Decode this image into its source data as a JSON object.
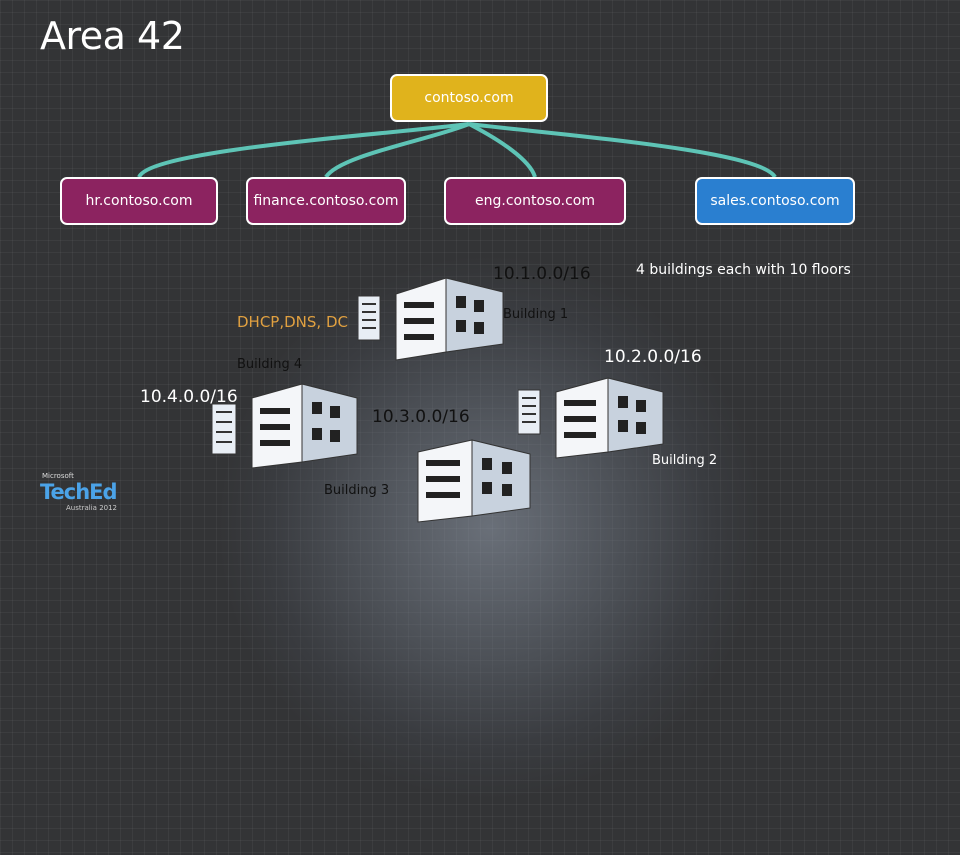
{
  "title": "Area 42",
  "root": {
    "label": "contoso.com",
    "color": "#e0b31c"
  },
  "domains": [
    {
      "label": "hr.contoso.com",
      "color": "#8c2360"
    },
    {
      "label": "finance.contoso.com",
      "color": "#8c2360"
    },
    {
      "label": "eng.contoso.com",
      "color": "#8c2360"
    },
    {
      "label": "sales.contoso.com",
      "color": "#2a7fd0"
    }
  ],
  "connector_color": "#5ec4b6",
  "services_label": "DHCP,DNS, DC",
  "note": "4 buildings each with 10 floors",
  "buildings": [
    {
      "name": "Building 1",
      "subnet": "10.1.0.0/16"
    },
    {
      "name": "Building 2",
      "subnet": "10.2.0.0/16"
    },
    {
      "name": "Building 3",
      "subnet": "10.3.0.0/16"
    },
    {
      "name": "Building 4",
      "subnet": "10.4.0.0/16"
    }
  ],
  "logo": {
    "vendor": "Microsoft",
    "event": "TechEd",
    "edition": "Australia 2012"
  }
}
